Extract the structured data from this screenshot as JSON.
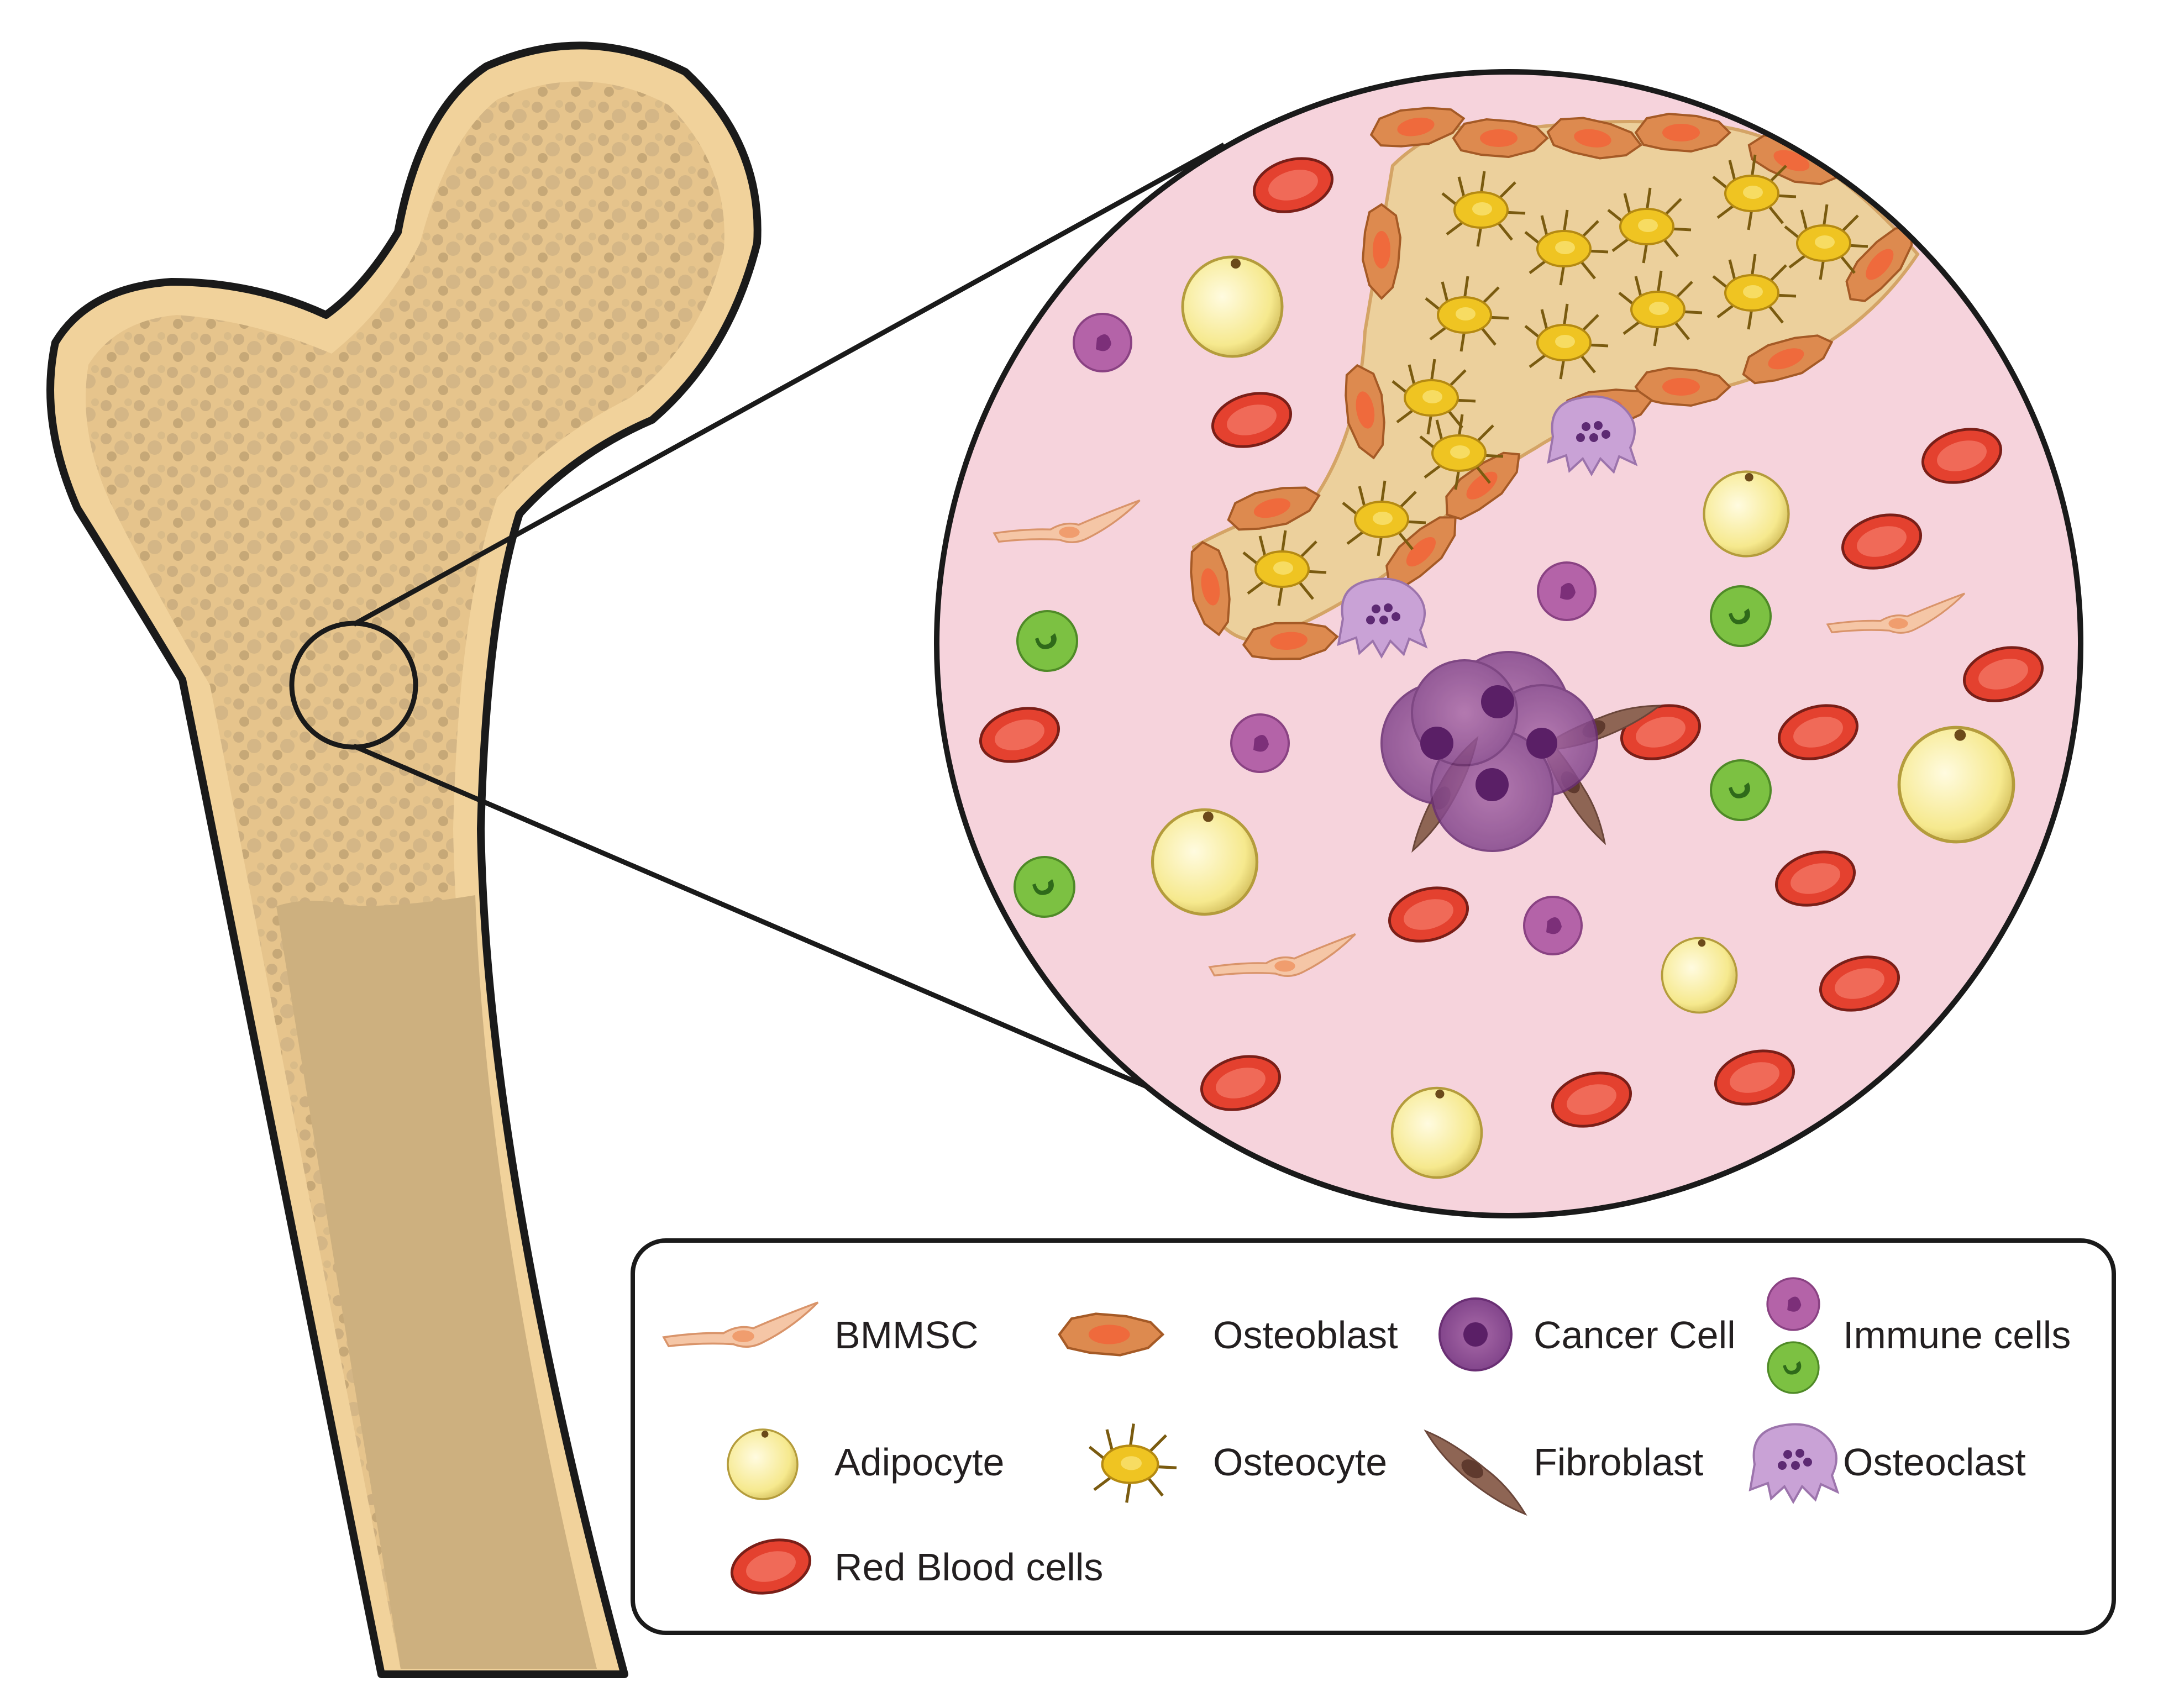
{
  "legend": {
    "items": [
      {
        "id": "bmmsc",
        "label": "BMMSC"
      },
      {
        "id": "osteoblast",
        "label": "Osteoblast"
      },
      {
        "id": "cancer",
        "label": "Cancer Cell"
      },
      {
        "id": "immune",
        "label": "Immune cells"
      },
      {
        "id": "adipocyte",
        "label": "Adipocyte"
      },
      {
        "id": "osteocyte",
        "label": "Osteocyte"
      },
      {
        "id": "fibroblast",
        "label": "Fibroblast"
      },
      {
        "id": "osteoclast",
        "label": "Osteoclast"
      },
      {
        "id": "rbc",
        "label": "Red Blood cells"
      }
    ]
  },
  "colors": {
    "bone_outer": "#f1d29b",
    "bone_inner": "#cdb07f",
    "marrow_bg": "#f6d3dc",
    "outline": "#1a1a1a",
    "red_blood_cell": "#e4412f",
    "adipocyte": "#f6e98e",
    "immune_purple": "#b463a8",
    "immune_green": "#7cc142",
    "osteoblast": "#dd8a4f",
    "osteocyte": "#efc422",
    "osteoclast": "#c9a2d6",
    "cancer": "#8e4c95",
    "fibroblast": "#8e6554",
    "bmmsc": "#f5c6a6"
  },
  "icons": [
    "femur-bone",
    "magnified-marrow-circle",
    "red-blood-cell-icon",
    "adipocyte-icon",
    "immune-cell-icon",
    "osteoblast-icon",
    "osteocyte-icon",
    "osteoclast-icon",
    "cancer-cell-icon",
    "fibroblast-icon",
    "bmmsc-icon"
  ]
}
